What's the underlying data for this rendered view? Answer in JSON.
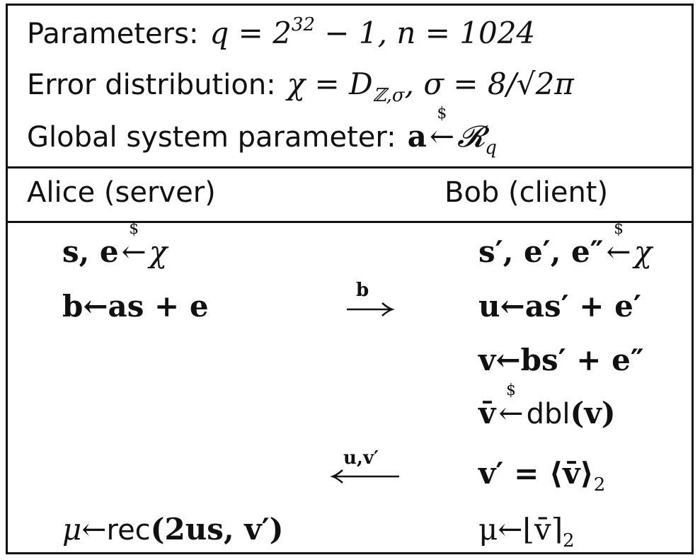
{
  "header": {
    "parameters_label": "Parameters:",
    "error_label": "Error distribution:",
    "global_label": "Global system parameter:",
    "q_expr": "q = 2",
    "q_exp": "32",
    "q_rest": " − 1, n = 1024",
    "chi_expr": "χ = D",
    "chi_sub": "ℤ,σ",
    "sigma_rest": ", σ = 8/√2π",
    "a_sym": "a",
    "dollar": "$",
    "gets_arrow": "←",
    "R_sym": "𝓡",
    "R_sub": "q"
  },
  "columns": {
    "alice": "Alice (server)",
    "bob": "Bob (client)"
  },
  "alice_steps": {
    "step1": "s, e",
    "step1_rhs": "χ",
    "step2": "b←as + e",
    "rec_prefix": "μ←",
    "rec_fn": "rec",
    "rec_args": "(2us, v′)"
  },
  "bob_steps": {
    "step1": "s′, e′, e″",
    "step1_rhs": "χ",
    "step2": "u←as′ + e′",
    "step3": "v←bs′ + e″",
    "step4_lhs": "v̄",
    "step4_fn": "dbl",
    "step4_args": "(v)",
    "step5": "v′ = ⟨v̄⟩",
    "step5_sub": "2",
    "step6": "μ←⌊v̄⌉",
    "step6_sub": "2"
  },
  "messages": {
    "to_bob": "b",
    "to_alice": "u,v′"
  }
}
